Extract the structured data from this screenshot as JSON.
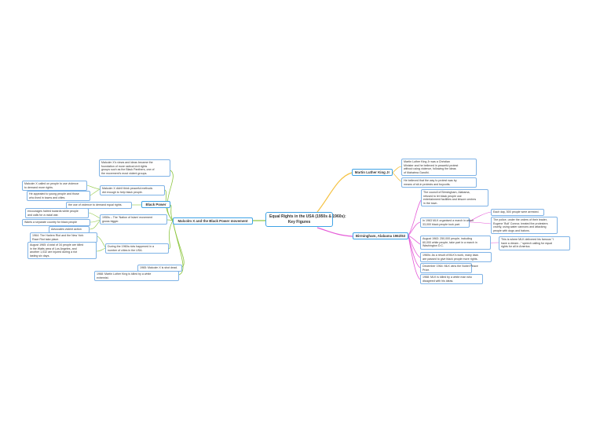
{
  "central": {
    "line1": "Equal Rights in the USA (1950s & 1960s):",
    "line2": "Key Figures"
  },
  "topics": {
    "mlk": "Martin Luther King Jr",
    "malcolm": "Malcolm X and the Black Power movement",
    "birmingham": "Birmingham, Alabama 1962/63",
    "black_power": "Black Power"
  },
  "notes": {
    "mx_views": [
      "Malcolm X's views and ideas became the",
      "foundation of more radical civil rights",
      "groups such as the Black Panthers, one of",
      "the movement's most violent groups."
    ],
    "mx_called": [
      "Malcolm X called on people to use violence",
      "to demand more rights."
    ],
    "mx_appealed": [
      "He appealed to young people and those",
      "who lived in towns and cities."
    ],
    "mx_didnt": [
      "Malcolm X didn't think peaceful methods",
      "did enough to help black people."
    ],
    "bp_violence": [
      "the use of violence to demand equal rights."
    ],
    "nation_encourage": [
      "encourages hatred towards white people",
      "and calls for a racial war."
    ],
    "nation_separate": [
      "Wants a separate country for black people"
    ],
    "nation_advocates": [
      "Advocates violent action"
    ],
    "nation_1950s": [
      "1950s – The 'Nation of Islam' movement",
      "grows bigger."
    ],
    "riots_harlem": [
      "1964: The Harlem Riot and the New York",
      "Race Riot take place."
    ],
    "riots_watts": [
      "August 1965: A total of 34 people are killed",
      "in the Watts area of Los Angeles, and",
      "another 1,032 are injured during a riot",
      "lasting six days."
    ],
    "riots_1960s": [
      "During the 1960s riots happened in a",
      "number of cities in the USA."
    ],
    "shot_1965": [
      "1965: Malcolm X is shot dead."
    ],
    "mlk_killed": [
      "1968: Martin Luther King is killed by a white",
      "extremist."
    ],
    "mlk_minister": [
      "Martin Luther King Jr was a Christian",
      "Minister and he believed in peaceful protest",
      "without using violence, following the ideas",
      "of Mahatma Gandhi."
    ],
    "mlk_believed": [
      "He believed that the way to protest was by",
      "means of sit-in protests and boycotts."
    ],
    "bh_council": [
      "The council of Birmingham, Alabama,",
      "refused to let black people use",
      "entertainment facilities and leisure centres",
      "in the town."
    ],
    "bh_march": [
      "In 1963 MLK organised a march in which",
      "33,000 black people took part."
    ],
    "bh_arrested": [
      "Each day, 500 people were arrested."
    ],
    "bh_police": [
      "The police, under the orders of their leader,",
      "Eugene 'Bull' Connor, treated the protesters",
      "cruelly, using water cannons and attacking",
      "people with dogs and batons."
    ],
    "bh_washington": [
      "August 1963: 250,000 people, including",
      "60,000 white people, take part in a march in",
      "Washington D.C."
    ],
    "bh_dream": [
      "This is where MLK delivered his famous \"I",
      "have a dream...\" speech calling for equal",
      "rights for all in America."
    ],
    "bh_1960s_result": [
      "1960s: As a result of MLK's work, many laws",
      "are passed to give black people more rights."
    ],
    "bh_nobel": [
      "December 1964: MLK wins the Nobel Peace",
      "Prize."
    ],
    "bh_killed": [
      "1968: MLK is killed by a white man who",
      "disagreed with his ideas."
    ]
  },
  "colors": {
    "left_branch": "#8dc63f",
    "mlk_branch": "#f5c242",
    "birmingham_branch": "#e55bd8",
    "border": "#3fa3e6"
  }
}
